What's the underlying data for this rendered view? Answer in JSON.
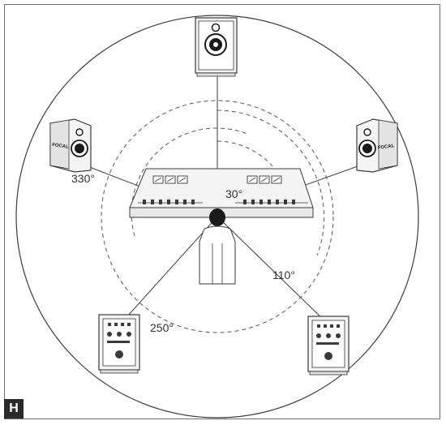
{
  "figure": {
    "badge_letter": "H",
    "angles": {
      "front_right": "30°",
      "front_left": "330°",
      "surround_right": "110°",
      "surround_left": "250°"
    },
    "speaker_brand": "FOCAL"
  },
  "colors": {
    "line": "#3a3a3a",
    "dashed": "#555555",
    "frame": "#6d6d6d",
    "badge_bg": "#2b2b2b"
  }
}
